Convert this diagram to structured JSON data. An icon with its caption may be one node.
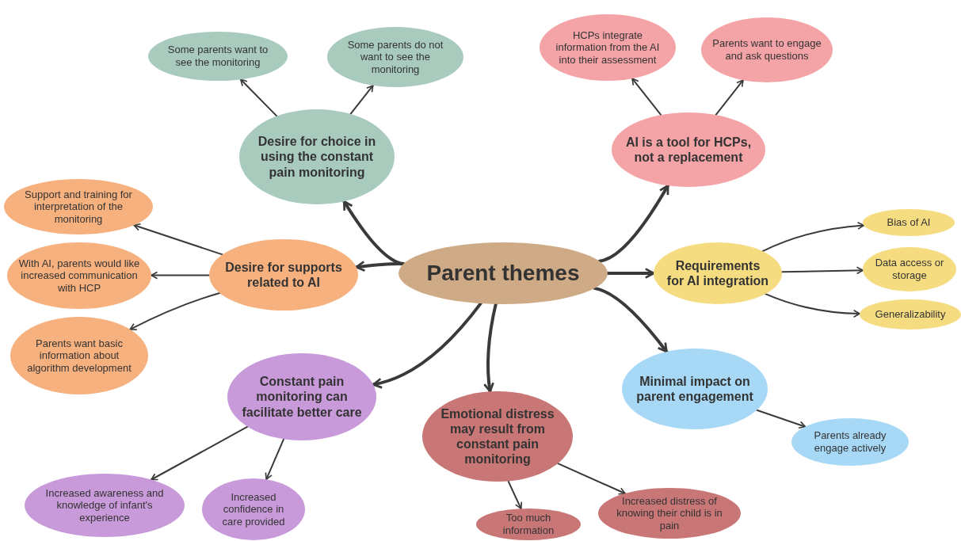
{
  "diagram": {
    "nodes": [
      {
        "text": [
          "Parent themes"
        ]
      },
      {
        "text": [
          "Desire for choice in using the constant pain monitoring"
        ]
      },
      {
        "text": [
          "Some parents want to see the monitoring"
        ]
      },
      {
        "text": [
          "Some parents do not want to see the monitoring"
        ]
      },
      {
        "text": [
          "AI is a tool for HCPs, not a replacement"
        ]
      },
      {
        "text": [
          "HCPs integrate information from the AI into their assessment"
        ]
      },
      {
        "text": [
          "Parents want to engage and ask questions"
        ]
      },
      {
        "text": [
          "Requirements for AI integration"
        ]
      },
      {
        "text": [
          "Bias of AI"
        ]
      },
      {
        "text": [
          "Data access or storage"
        ]
      },
      {
        "text": [
          "Generalizability"
        ]
      },
      {
        "text": [
          "Desire for supports related to AI"
        ]
      },
      {
        "text": [
          "Support and training for interpretation of the monitoring"
        ]
      },
      {
        "text": [
          "With AI, parents would like increased communication with HCP"
        ]
      },
      {
        "text": [
          "Parents want basic information about algorithm development"
        ]
      },
      {
        "text": [
          "Constant pain monitoring can facilitate better care"
        ]
      },
      {
        "text": [
          "Increased awareness and knowledge of infant's experience"
        ]
      },
      {
        "text": [
          "Increased confidence in care provided"
        ]
      },
      {
        "text": [
          "Emotional distress may result from constant pain monitoring"
        ]
      },
      {
        "text": [
          "Too much information"
        ]
      },
      {
        "text": [
          "Increased distress of knowing their child is in pain"
        ]
      },
      {
        "text": [
          "Minimal impact on parent engagement"
        ]
      },
      {
        "text": [
          "Parents already engage actively"
        ]
      }
    ],
    "edges": [
      {
        "from": 0,
        "to": 1,
        "arrow": "to",
        "style": "thick"
      },
      {
        "from": 0,
        "to": 4,
        "arrow": "to",
        "style": "thick"
      },
      {
        "from": 0,
        "to": 7,
        "arrow": "to",
        "style": "thick"
      },
      {
        "from": 0,
        "to": 11,
        "arrow": "to",
        "style": "thick"
      },
      {
        "from": 0,
        "to": 15,
        "arrow": "to",
        "style": "thick"
      },
      {
        "from": 0,
        "to": 18,
        "arrow": "to",
        "style": "thick"
      },
      {
        "from": 0,
        "to": 21,
        "arrow": "to",
        "style": "thick"
      },
      {
        "from": 1,
        "to": 2,
        "arrow": "to"
      },
      {
        "from": 1,
        "to": 3,
        "arrow": "to"
      },
      {
        "from": 4,
        "to": 5,
        "arrow": "to"
      },
      {
        "from": 4,
        "to": 6,
        "arrow": "to"
      },
      {
        "from": 7,
        "to": 8,
        "arrow": "to"
      },
      {
        "from": 7,
        "to": 9,
        "arrow": "to"
      },
      {
        "from": 7,
        "to": 10,
        "arrow": "to"
      },
      {
        "from": 11,
        "to": 12,
        "arrow": "to"
      },
      {
        "from": 11,
        "to": 13,
        "arrow": "to"
      },
      {
        "from": 11,
        "to": 14,
        "arrow": "to"
      },
      {
        "from": 15,
        "to": 16,
        "arrow": "to"
      },
      {
        "from": 15,
        "to": 17,
        "arrow": "to"
      },
      {
        "from": 18,
        "to": 19,
        "arrow": "to"
      },
      {
        "from": 18,
        "to": 20,
        "arrow": "to"
      },
      {
        "from": 21,
        "to": 22,
        "arrow": "to"
      }
    ]
  }
}
